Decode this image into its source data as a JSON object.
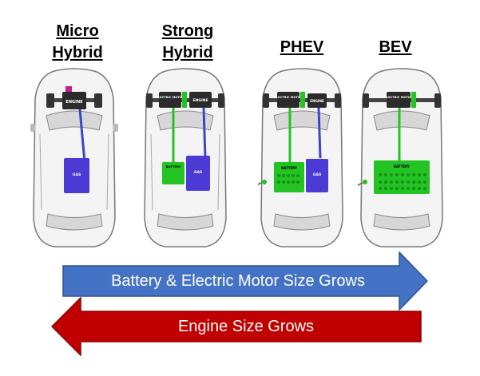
{
  "columns": [
    {
      "id": "micro",
      "heading_lines": [
        "Micro",
        "Hybrid"
      ]
    },
    {
      "id": "strong",
      "heading_lines": [
        "Strong",
        "Hybrid"
      ]
    },
    {
      "id": "phev",
      "heading_lines": [
        "PHEV"
      ]
    },
    {
      "id": "bev",
      "heading_lines": [
        "BEV"
      ]
    }
  ],
  "component_labels": {
    "engine": "ENGINE",
    "electric_motor": "ELECTRIC MOTOR",
    "battery": "BATTERY",
    "gas": "GAS"
  },
  "arrows": {
    "battery_motor": {
      "label": "Battery & Electric Motor Size Grows",
      "direction": "right",
      "color": "#4472c4"
    },
    "engine": {
      "label": "Engine Size Grows",
      "direction": "left",
      "color": "#c00000"
    }
  },
  "colors": {
    "battery_green": "#22c322",
    "gas_purple": "#5a3ccf",
    "engine_dark": "#2b2b2b",
    "car_body": "#f4f4f4"
  }
}
